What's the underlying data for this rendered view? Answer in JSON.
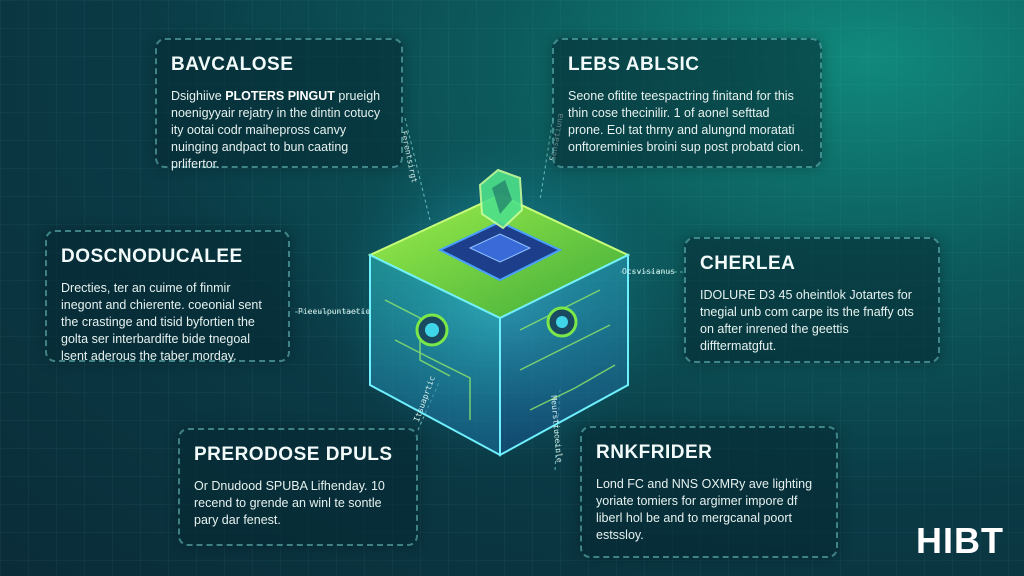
{
  "cards": {
    "top_left": {
      "title": "BAVCALOSE",
      "line1_pre": "Dsighiive ",
      "line1_hl": "PLOTERS PINGUT",
      "line1_post": " prueigh",
      "rest": "noenigyyair rejatry in the dintin cotucy ity ootai codr maihepross canvy nuinging andpact to bun caating prlifertor."
    },
    "top_right": {
      "title": "LEBS ABLSIC",
      "body": "Seone ofitite teespactring finitand for this thin cose thecinilir. 1 of aonel sefttad prone. Eol tat thrny and alungnd moratati onftoreminies broini sup post probatd cion."
    },
    "mid_left": {
      "title": "DOSCNODUCALEE",
      "body": "Drecties, ter an cuime of finmir inegont and chierente. coeonial sent the crastinge and tisid byfortien the golta ser interbardifte bide tnegoal lsent aderous the taber morday."
    },
    "mid_right": {
      "title": "CHERLEA",
      "line1": "IDOLURE D3 45 oheintlok",
      "body": "Jotartes for tnegial unb com carpe its the fnaffy ots on after inrened the geettis difftermatgfut."
    },
    "bottom_left": {
      "title": "PRERODOSE DPULS",
      "body": "Or Dnudood SPUBA Lifhenday. 10 recend to grende an winl te sontle pary dar fenest."
    },
    "bottom_right": {
      "title": "RNKFRIDER",
      "body": "Lond FC and NNS OXMRy ave lighting yoriate tomiers for argimer impore df liberl hol be and to mergcanal poort estssloy."
    }
  },
  "connectors": {
    "top_left": "Ferentsirgt",
    "top_right": "Sensatiuna",
    "mid_left": "Pieeulpuntaetio",
    "mid_right": "Ocsvisianus",
    "bottom_left": "Itsuaprtic",
    "bottom_right": "Meurstiuceinle"
  },
  "logo": "HIBT",
  "colors": {
    "accent_green": "#7fe03a",
    "accent_cyan": "#38d6e0",
    "card_border": "#6ec8c8"
  }
}
